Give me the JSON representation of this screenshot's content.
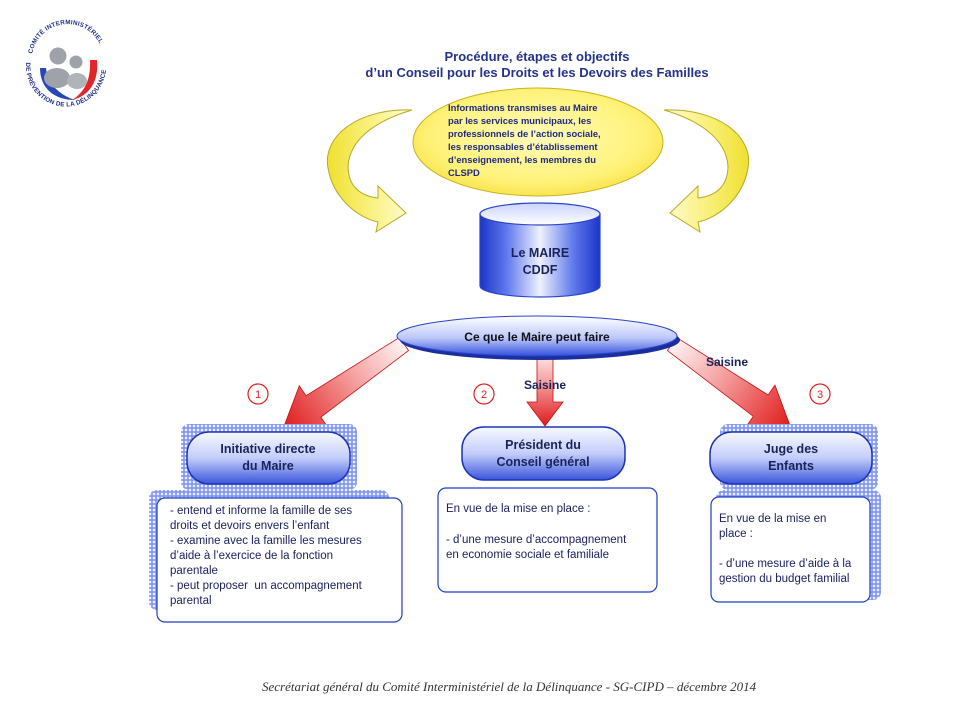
{
  "logo": {
    "text_top": "COMITÉ INTERMINISTÉRIEL",
    "text_bottom": "DE PRÉVENTION DE LA DÉLINQUANCE",
    "icon": "family-seal-icon"
  },
  "title": {
    "line1": "Procédure, étapes et objectifs",
    "line2": "d’un Conseil pour les Droits et les Devoirs des Familles"
  },
  "information": {
    "lines": [
      "Informations transmises au Maire",
      "par les services municipaux, les",
      "professionnels de l’action sociale,",
      "les responsables d’établissement",
      "d’enseignement, les membres du",
      "CLSPD"
    ]
  },
  "maire": {
    "line1": "Le MAIRE",
    "line2": "CDDF"
  },
  "actions": {
    "label": "Ce que le Maire peut faire"
  },
  "saisine": {
    "center_label": "Saisine",
    "right_label": "Saisine"
  },
  "branches": [
    {
      "number": "1",
      "title_line1": "Initiative directe",
      "title_line2": "du Maire",
      "details": [
        "- entend et informe la famille de ses",
        "droits et devoirs envers l’enfant",
        "- examine avec la famille les mesures",
        "d’aide à l’exercice de la fonction",
        "parentale",
        "- peut proposer  un accompagnement",
        "parental"
      ]
    },
    {
      "number": "2",
      "title_line1": "Président du",
      "title_line2": "Conseil général",
      "details": [
        "En vue de la mise en place :",
        "- d’une mesure d’accompagnement",
        "en economie sociale et familiale"
      ]
    },
    {
      "number": "3",
      "title_line1": "Juge des",
      "title_line2": "Enfants",
      "details": [
        "En vue de la mise en",
        "place :",
        "- d’une mesure d’aide à la",
        "gestion du budget familial"
      ]
    }
  ],
  "footer": {
    "text": "Secrétariat général du Comité Interministériel de la Délinquance - SG-CIPD – décembre 2014"
  },
  "colors": {
    "title_text": "#24338a",
    "information_fill": "#fff27a",
    "box_blue": "#3a55db",
    "arrow_red": "#e01c1c",
    "badge_red": "#e02020"
  }
}
